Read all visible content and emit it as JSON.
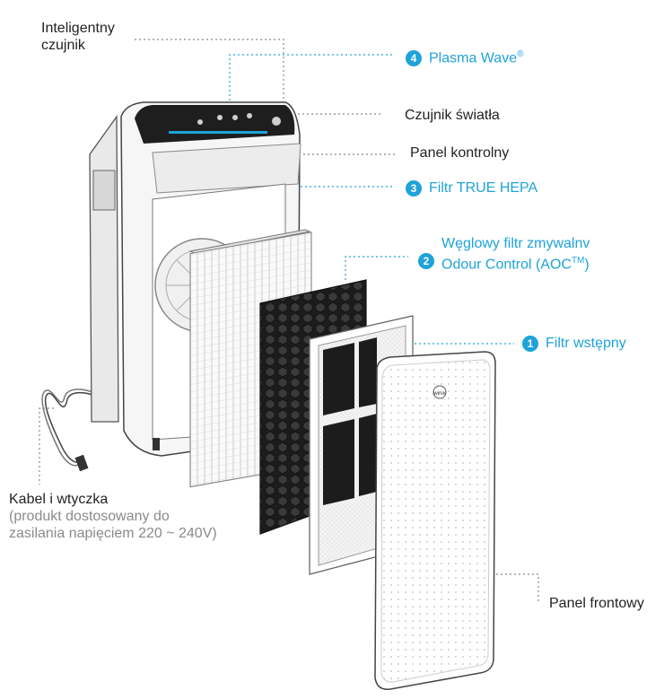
{
  "labels": {
    "sensor": {
      "line1": "Inteligentny",
      "line2": "czujnik"
    },
    "plasma": {
      "num": "4",
      "text": "Plasma Wave",
      "mark": "®"
    },
    "light_sensor": "Czujnik światła",
    "control_panel": "Panel kontrolny",
    "hepa": {
      "num": "3",
      "text": "Filtr TRUE HEPA"
    },
    "carbon": {
      "num": "2",
      "line1": "Węglowy filtr zmywalnv",
      "line2": "Odour Control (AOC",
      "sup": "TM",
      "close": ")"
    },
    "prefilter": {
      "num": "1",
      "text": "Filtr wstępny"
    },
    "cable": {
      "line1": "Kabel i wtyczka",
      "line2": "(produkt dostosowany do",
      "line3": "zasilania napięciem 220 ~ 240V)"
    },
    "front_panel": "Panel frontowy"
  },
  "logo": "winix",
  "colors": {
    "accent": "#1fa3d8",
    "text": "#222222",
    "muted": "#8a8a8a",
    "filter_dark": "#2b2b2b"
  }
}
